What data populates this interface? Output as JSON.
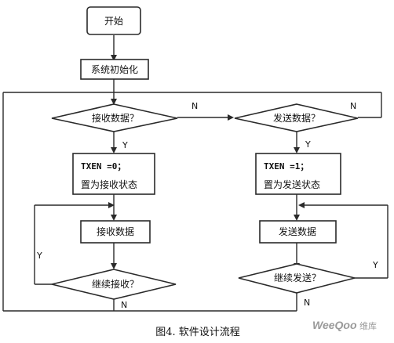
{
  "nodes": {
    "start": "开始",
    "init": "系统初始化",
    "recv_q": "接收数据？",
    "send_q": "发送数据？",
    "recv_mode_line1": "TXEN =0；",
    "recv_mode_line2": "置为接收状态",
    "send_mode_line1": "TXEN =1；",
    "send_mode_line2": "置为发送状态",
    "recv_data": "接收数据",
    "send_data": "发送数据",
    "cont_recv_q": "继续接收？",
    "cont_send_q": "继续发送？"
  },
  "edge_labels": {
    "recv_no": "N",
    "send_no": "N",
    "recv_yes": "Y",
    "send_yes": "Y",
    "cont_recv_yes": "Y",
    "cont_send_yes": "Y",
    "cont_recv_no": "N",
    "cont_send_no": "N"
  },
  "caption": "图4. 软件设计流程",
  "watermark": {
    "brand": "WeeQoo",
    "suffix": "维库"
  }
}
